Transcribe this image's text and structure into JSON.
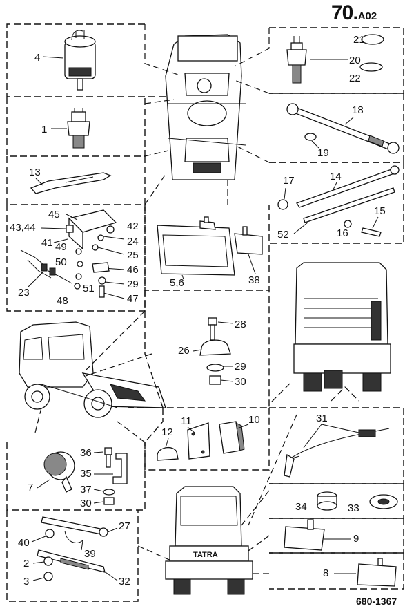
{
  "page": {
    "title_main": "70.",
    "title_sub": "A02",
    "drawing_code": "680-1367"
  },
  "callouts": {
    "c1": "1",
    "c2": "2",
    "c3": "3",
    "c4": "4",
    "c5_6": "5,6",
    "c7": "7",
    "c8": "8",
    "c9": "9",
    "c10": "10",
    "c11": "11",
    "c12": "12",
    "c13": "13",
    "c14": "14",
    "c15": "15",
    "c16": "16",
    "c17": "17",
    "c18": "18",
    "c19": "19",
    "c20": "20",
    "c21": "21",
    "c22": "22",
    "c23": "23",
    "c24": "24",
    "c25": "25",
    "c26": "26",
    "c27": "27",
    "c28": "28",
    "c29a": "29",
    "c29b": "29",
    "c30a": "30",
    "c30b": "30",
    "c31": "31",
    "c32": "32",
    "c33": "33",
    "c34": "34",
    "c35": "35",
    "c36": "36",
    "c37": "37",
    "c38": "38",
    "c39": "39",
    "c40": "40",
    "c41": "41",
    "c42": "42",
    "c43_44": "43,44",
    "c45": "45",
    "c46": "46",
    "c47": "47",
    "c48": "48",
    "c49": "49",
    "c50": "50",
    "c51": "51",
    "c52": "52"
  },
  "brand": {
    "grille_text": "TATRA"
  }
}
